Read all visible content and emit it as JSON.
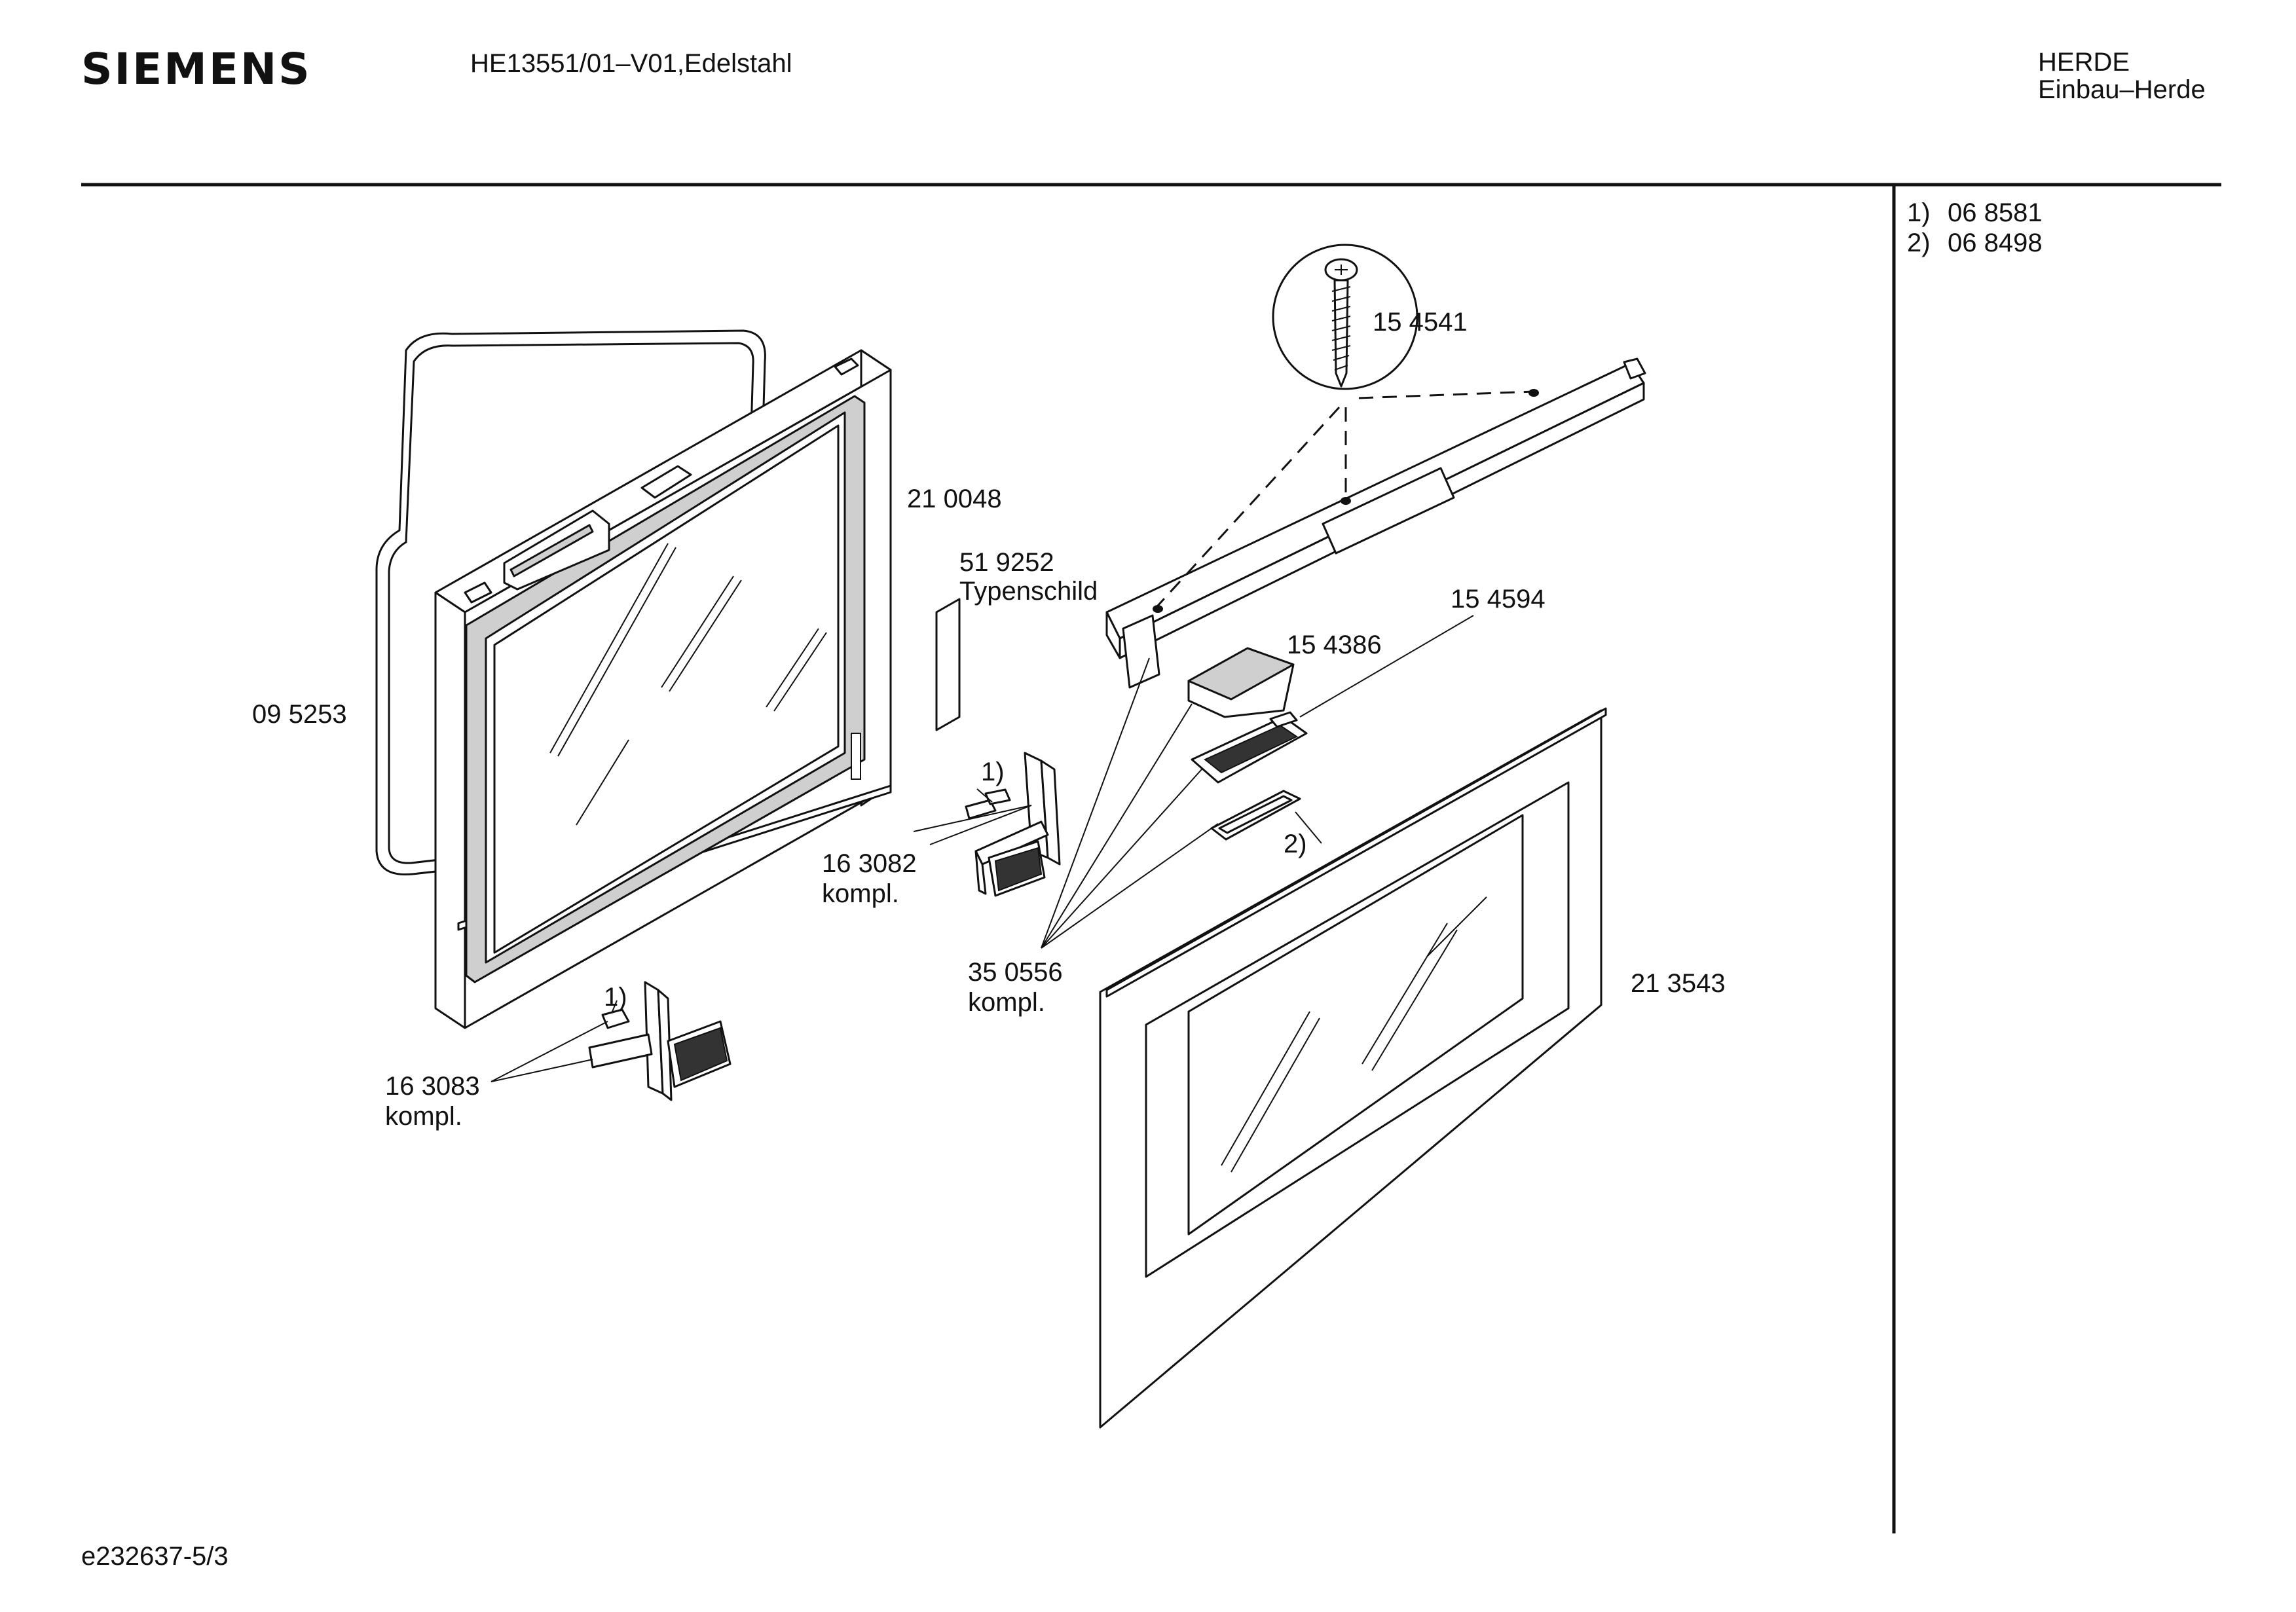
{
  "header": {
    "brand": "SIEMENS",
    "model": "HE13551/01–V01,Edelstahl",
    "category": "HERDE",
    "subcategory": "Einbau–Herde"
  },
  "footnotes": [
    {
      "marker": "1)",
      "part": "06 8581"
    },
    {
      "marker": "2)",
      "part": "06 8498"
    }
  ],
  "parts": {
    "p154541": "15 4541",
    "p210048": "21 0048",
    "p519252": "51 9252",
    "typenschild": "Typenschild",
    "p154594": "15 4594",
    "p154386": "15 4386",
    "p095253": "09 5253",
    "p163082": "16 3082",
    "kompl_a": "kompl.",
    "p350556": "35 0556",
    "kompl_b": "kompl.",
    "p213543": "21 3543",
    "p163083": "16 3083",
    "kompl_c": "kompl.",
    "callout1_a": "1)",
    "callout1_b": "1)",
    "callout2": "2)"
  },
  "footer": {
    "drawing_id": "e232637-5/3"
  }
}
